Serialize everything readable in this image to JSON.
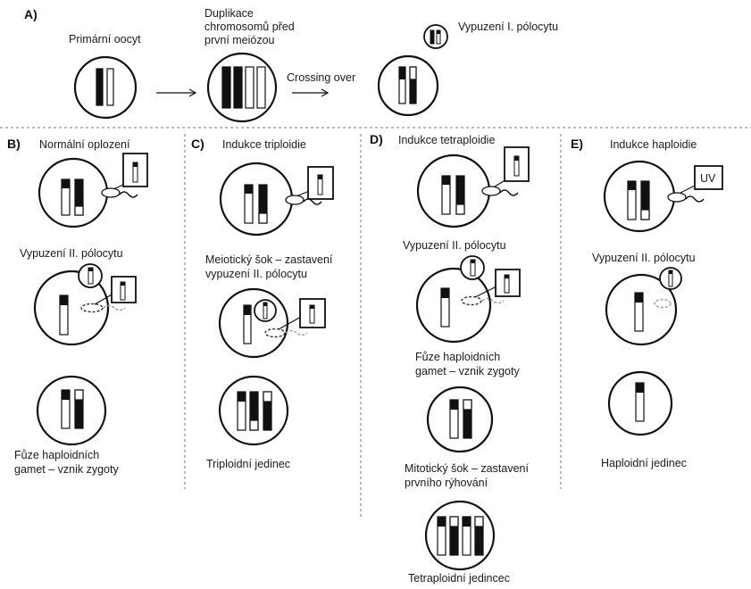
{
  "panel_a": {
    "label": "A)",
    "primary_oocyte": "Primární oocyt",
    "duplication": [
      "Duplikace",
      "chromosomů před",
      "první meiózou"
    ],
    "crossing_over": "Crossing over",
    "first_polar_body": "Vypuzení I. pólocytu"
  },
  "panel_b": {
    "label": "B)",
    "title": "Normální oplození",
    "second_polar_body": "Vypuzení II. pólocytu",
    "fusion": [
      "Fůze haploidních",
      "gamet – vznik zygoty"
    ]
  },
  "panel_c": {
    "label": "C)",
    "title": "Indukce triploidie",
    "meiotic_shock": [
      "Meiotický šok – zastavení",
      "vypuzení II. pólocytu"
    ],
    "result": "Triploidní jedinec"
  },
  "panel_d": {
    "label": "D)",
    "title": "Indukce tetraploidie",
    "second_polar_body": "Vypuzení II. pólocytu",
    "fusion": [
      "Fůze haploidních",
      "gamet – vznik zygoty"
    ],
    "mitotic_shock": [
      "Mitotický šok – zastavení",
      "prvního rýhování"
    ],
    "result": "Tetraploidní jedincec"
  },
  "panel_e": {
    "label": "E)",
    "title": "Indukce haploidie",
    "uv": "UV",
    "second_polar_body": "Vypuzení II. pólocytu",
    "result": "Haploidní jedinec"
  }
}
